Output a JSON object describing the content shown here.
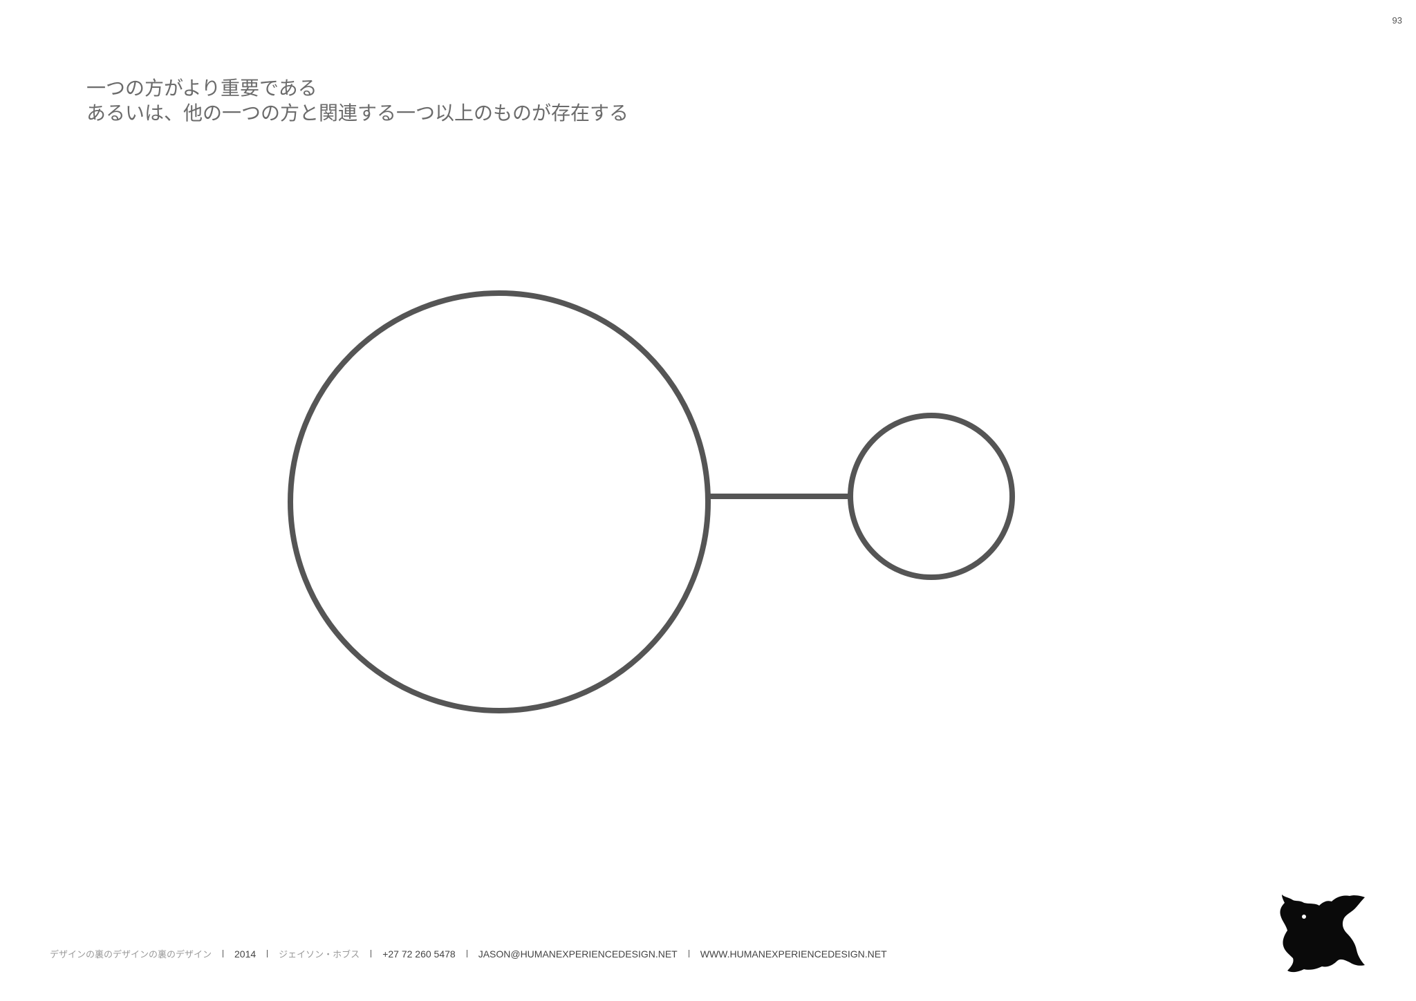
{
  "page": {
    "number": "93"
  },
  "heading": {
    "line1": "一つの方がより重要である",
    "line2": "あるいは、他の一つの方と関連する一つ以上のものが存在する"
  },
  "diagram": {
    "stroke_color": "#555555",
    "shapes": [
      "large-circle",
      "connector-line",
      "small-circle"
    ]
  },
  "footer": {
    "title": "デザインの裏のデザインの裏のデザイン",
    "year": "2014",
    "author": "ジェイソン・ホブス",
    "phone": "+27 72 260 5478",
    "email": "JASON@HUMANEXPERIENCEDESIGN.NET",
    "website": "WWW.HUMANEXPERIENCEDESIGN.NET"
  },
  "logo": {
    "icon": "animal-hide-logo",
    "color": "#0a0a0a"
  }
}
